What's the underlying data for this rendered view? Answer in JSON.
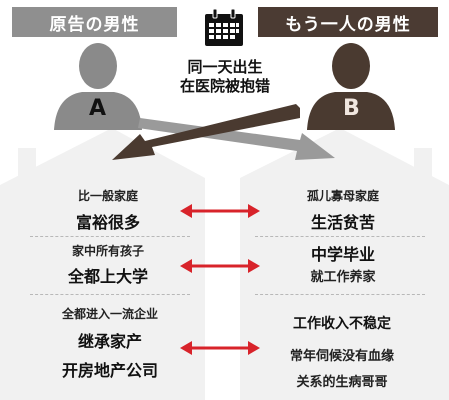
{
  "header": {
    "left_label": "原告の男性",
    "right_label": "もう一人の男性"
  },
  "center": {
    "line1": "同一天出生",
    "line2": "在医院被抱错"
  },
  "persons": {
    "a": "A",
    "b": "B"
  },
  "rows": [
    {
      "left": [
        "比一般家庭",
        "富裕很多"
      ],
      "right": [
        "孤儿寡母家庭",
        "生活贫苦"
      ]
    },
    {
      "left": [
        "家中所有孩子",
        "全都上大学"
      ],
      "right": [
        "中学毕业",
        "就工作养家"
      ]
    },
    {
      "left": [
        "全都进入一流企业",
        "继承家产",
        "开房地产公司"
      ],
      "right": [
        "工作收入不稳定",
        "常年伺候没有血缘",
        "关系的生病哥哥"
      ]
    }
  ],
  "colors": {
    "left_header": "#8f8f8f",
    "right_header": "#4b3b33",
    "arrow_red": "#d8232a",
    "swap_arrow_left": "#4a3a30",
    "swap_arrow_right": "#9a9a9a",
    "house_fill": "#f1f1f1"
  }
}
